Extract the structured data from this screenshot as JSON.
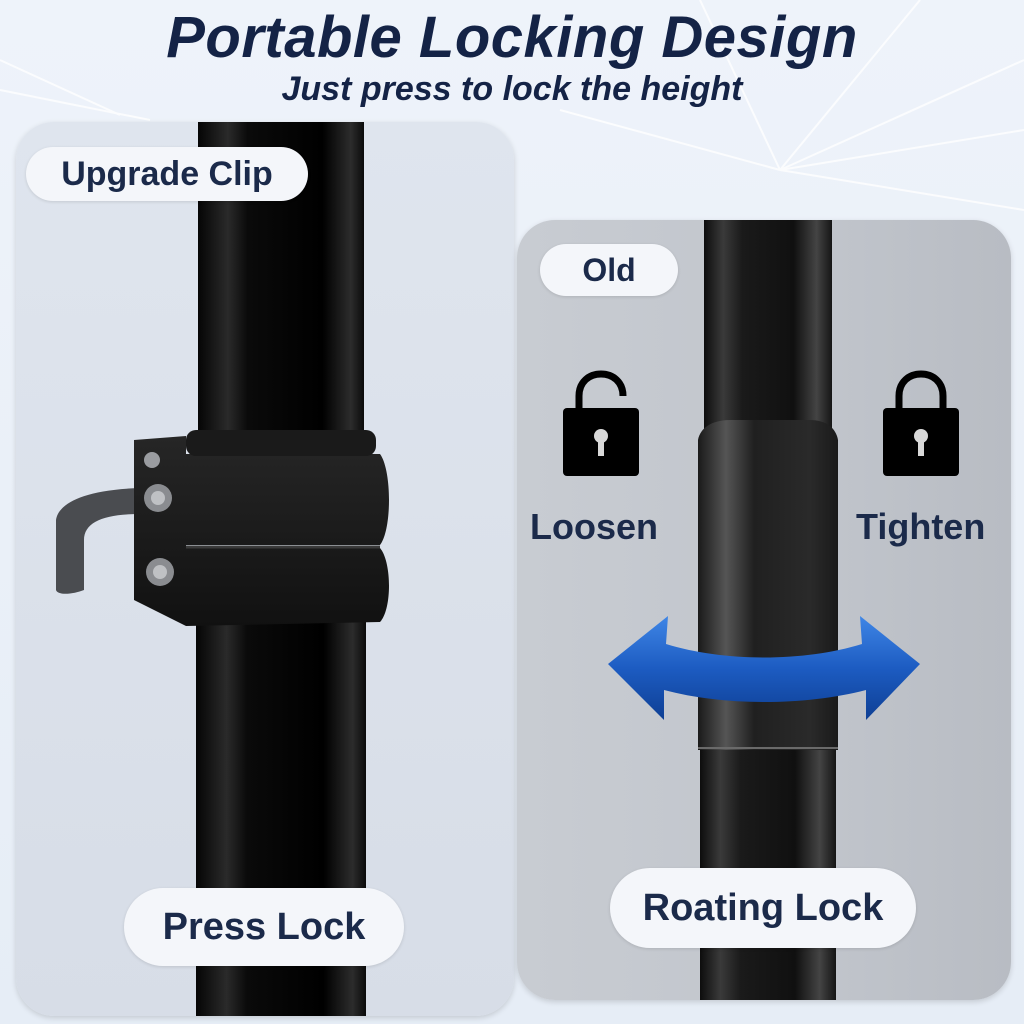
{
  "header": {
    "title": "Portable Locking Design",
    "subtitle": "Just press to lock the height"
  },
  "left_panel": {
    "tag": "Upgrade Clip",
    "caption": "Press Lock"
  },
  "right_panel": {
    "tag": "Old",
    "loosen_label": "Loosen",
    "tighten_label": "Tighten",
    "caption": "Roating Lock"
  },
  "icons": {
    "open_lock": "unlocked-padlock-icon",
    "closed_lock": "locked-padlock-icon",
    "rotation_arrow": "double-curved-arrow-icon"
  },
  "colors": {
    "title": "#142346",
    "arrow": "#1e5fc4",
    "pole": "#111111"
  }
}
